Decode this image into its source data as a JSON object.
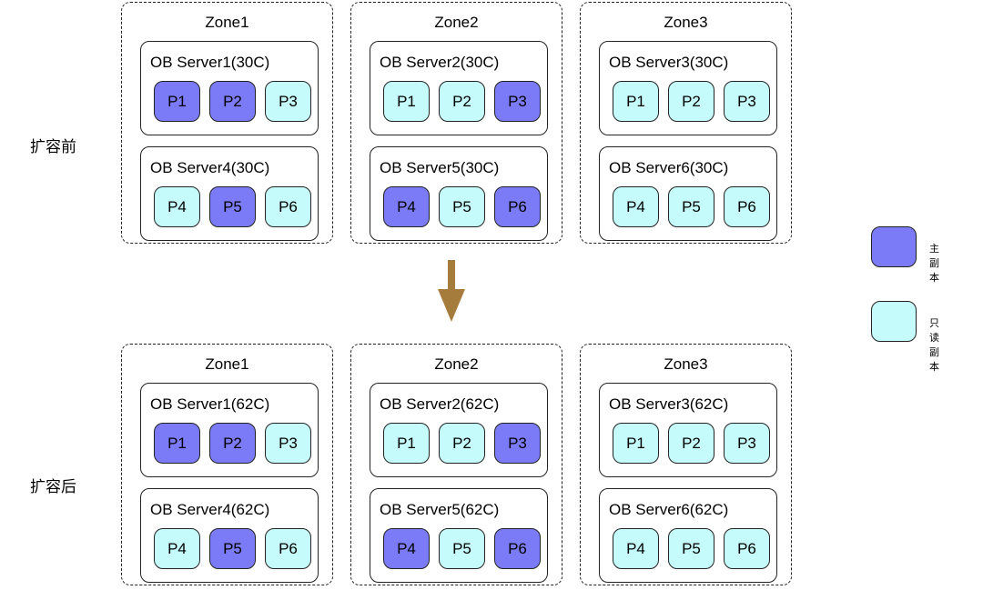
{
  "labels": {
    "before": "扩容前",
    "after": "扩容后"
  },
  "colors": {
    "leader": "#7b7bf7",
    "follower": "#c5fbfb",
    "arrow": "#a67c3c"
  },
  "legend": [
    {
      "role": "leader",
      "label": "主副本"
    },
    {
      "role": "follower",
      "label": "只读副本"
    }
  ],
  "stages": [
    {
      "zones": [
        {
          "name": "Zone1",
          "servers": [
            {
              "name": "OB Server1(30C)",
              "partitions": [
                {
                  "label": "P1",
                  "role": "leader"
                },
                {
                  "label": "P2",
                  "role": "leader"
                },
                {
                  "label": "P3",
                  "role": "follower"
                }
              ]
            },
            {
              "name": "OB Server4(30C)",
              "partitions": [
                {
                  "label": "P4",
                  "role": "follower"
                },
                {
                  "label": "P5",
                  "role": "leader"
                },
                {
                  "label": "P6",
                  "role": "follower"
                }
              ]
            }
          ]
        },
        {
          "name": "Zone2",
          "servers": [
            {
              "name": "OB Server2(30C)",
              "partitions": [
                {
                  "label": "P1",
                  "role": "follower"
                },
                {
                  "label": "P2",
                  "role": "follower"
                },
                {
                  "label": "P3",
                  "role": "leader"
                }
              ]
            },
            {
              "name": "OB Server5(30C)",
              "partitions": [
                {
                  "label": "P4",
                  "role": "leader"
                },
                {
                  "label": "P5",
                  "role": "follower"
                },
                {
                  "label": "P6",
                  "role": "leader"
                }
              ]
            }
          ]
        },
        {
          "name": "Zone3",
          "servers": [
            {
              "name": "OB Server3(30C)",
              "partitions": [
                {
                  "label": "P1",
                  "role": "follower"
                },
                {
                  "label": "P2",
                  "role": "follower"
                },
                {
                  "label": "P3",
                  "role": "follower"
                }
              ]
            },
            {
              "name": "OB Server6(30C)",
              "partitions": [
                {
                  "label": "P4",
                  "role": "follower"
                },
                {
                  "label": "P5",
                  "role": "follower"
                },
                {
                  "label": "P6",
                  "role": "follower"
                }
              ]
            }
          ]
        }
      ]
    },
    {
      "zones": [
        {
          "name": "Zone1",
          "servers": [
            {
              "name": "OB Server1(62C)",
              "partitions": [
                {
                  "label": "P1",
                  "role": "leader"
                },
                {
                  "label": "P2",
                  "role": "leader"
                },
                {
                  "label": "P3",
                  "role": "follower"
                }
              ]
            },
            {
              "name": "OB Server4(62C)",
              "partitions": [
                {
                  "label": "P4",
                  "role": "follower"
                },
                {
                  "label": "P5",
                  "role": "leader"
                },
                {
                  "label": "P6",
                  "role": "follower"
                }
              ]
            }
          ]
        },
        {
          "name": "Zone2",
          "servers": [
            {
              "name": "OB Server2(62C)",
              "partitions": [
                {
                  "label": "P1",
                  "role": "follower"
                },
                {
                  "label": "P2",
                  "role": "follower"
                },
                {
                  "label": "P3",
                  "role": "leader"
                }
              ]
            },
            {
              "name": "OB Server5(62C)",
              "partitions": [
                {
                  "label": "P4",
                  "role": "leader"
                },
                {
                  "label": "P5",
                  "role": "follower"
                },
                {
                  "label": "P6",
                  "role": "leader"
                }
              ]
            }
          ]
        },
        {
          "name": "Zone3",
          "servers": [
            {
              "name": "OB Server3(62C)",
              "partitions": [
                {
                  "label": "P1",
                  "role": "follower"
                },
                {
                  "label": "P2",
                  "role": "follower"
                },
                {
                  "label": "P3",
                  "role": "follower"
                }
              ]
            },
            {
              "name": "OB Server6(62C)",
              "partitions": [
                {
                  "label": "P4",
                  "role": "follower"
                },
                {
                  "label": "P5",
                  "role": "follower"
                },
                {
                  "label": "P6",
                  "role": "follower"
                }
              ]
            }
          ]
        }
      ]
    }
  ]
}
